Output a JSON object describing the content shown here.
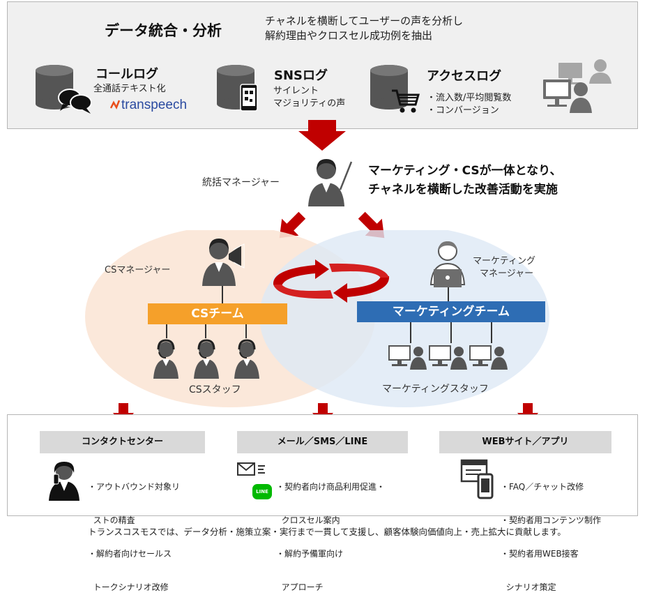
{
  "top": {
    "title": "データ統合・分析",
    "desc_line1": "チャネルを横断してユーザーの声を分析し",
    "desc_line2": "解約理由やクロスセル成功例を抽出",
    "sources": [
      {
        "title": "コールログ",
        "sub1": "全通話テキスト化",
        "logo": "transpeech"
      },
      {
        "title": "SNSログ",
        "sub1": "サイレント",
        "sub2": "マジョリティの声"
      },
      {
        "title": "アクセスログ",
        "sub1": "・流入数/平均閲覧数",
        "sub2": "・コンバージョン"
      }
    ]
  },
  "manager": {
    "label": "統括マネージャー",
    "message_line1": "マーケティング・CSが一体となり、",
    "message_line2": "チャネルを横断した改善活動を実施"
  },
  "cs": {
    "manager_label": "CSマネージャー",
    "team_label": "CSチーム",
    "staff_label": "CSスタッフ",
    "color": "#f5a02a",
    "bg": "#fbe5d6"
  },
  "mk": {
    "manager_label_1": "マーケティング",
    "manager_label_2": "マネージャー",
    "team_label": "マーケティングチーム",
    "staff_label": "マーケティングスタッフ",
    "color": "#2e6db4",
    "bg": "#dde8f5"
  },
  "channels": [
    {
      "head": "コンタクトセンター",
      "items": [
        "・アウトバウンド対象リ",
        "  ストの精査",
        "・解約者向けセールス",
        "  トークシナリオ改修"
      ]
    },
    {
      "head": "メール／SMS／LINE",
      "items": [
        "・契約者向け商品利用促進・",
        "  クロスセル案内",
        "・解約予備軍向け",
        "  アプローチ"
      ],
      "line_icon_text": "LINE"
    },
    {
      "head": "WEBサイト／アプリ",
      "items": [
        "・FAQ／チャット改修",
        "・契約者用コンテンツ制作",
        "・契約者用WEB接客",
        "  シナリオ策定"
      ]
    }
  ],
  "footer": "トランスコスモスでは、データ分析・施策立案・実行まで一貫して支援し、顧客体験向価値向上・売上拡大に貢献します。",
  "colors": {
    "arrow": "#c00000",
    "gray_icon": "#555555",
    "orange": "#f5a02a",
    "blue": "#2e6db4"
  }
}
